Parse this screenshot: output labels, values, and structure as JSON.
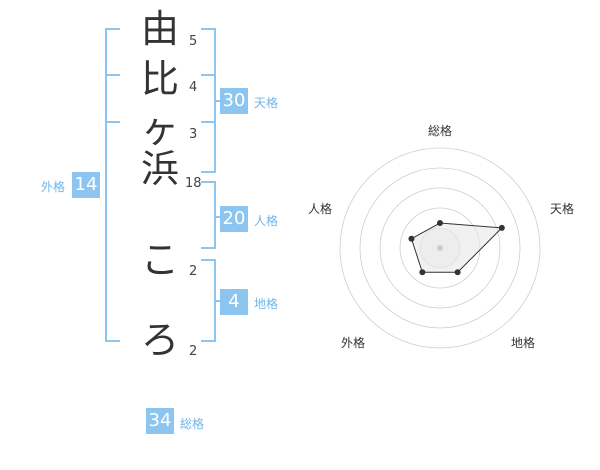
{
  "name": {
    "characters": [
      {
        "char": "由",
        "strokes": "5"
      },
      {
        "char": "比",
        "strokes": "4"
      },
      {
        "char": "ヶ",
        "strokes": "3"
      },
      {
        "char": "浜",
        "strokes": "18"
      },
      {
        "char": "こ",
        "strokes": "2"
      },
      {
        "char": "ろ",
        "strokes": "2"
      }
    ]
  },
  "fortunes": {
    "tenkaku": {
      "value": "30",
      "label": "天格"
    },
    "jinkaku": {
      "value": "20",
      "label": "人格"
    },
    "chikaku": {
      "value": "4",
      "label": "地格"
    },
    "gaikaku": {
      "value": "14",
      "label": "外格"
    },
    "soukaku": {
      "value": "34",
      "label": "総格"
    }
  },
  "radar": {
    "labels": {
      "top": "総格",
      "right": "天格",
      "bottom_right": "地格",
      "bottom_left": "外格",
      "left": "人格"
    },
    "values": {
      "top": 0.25,
      "right": 0.65,
      "bottom_right": 0.3,
      "bottom_left": 0.3,
      "left": 0.3
    }
  },
  "colors": {
    "accent": "#8cc6f0",
    "text": "#333333"
  }
}
